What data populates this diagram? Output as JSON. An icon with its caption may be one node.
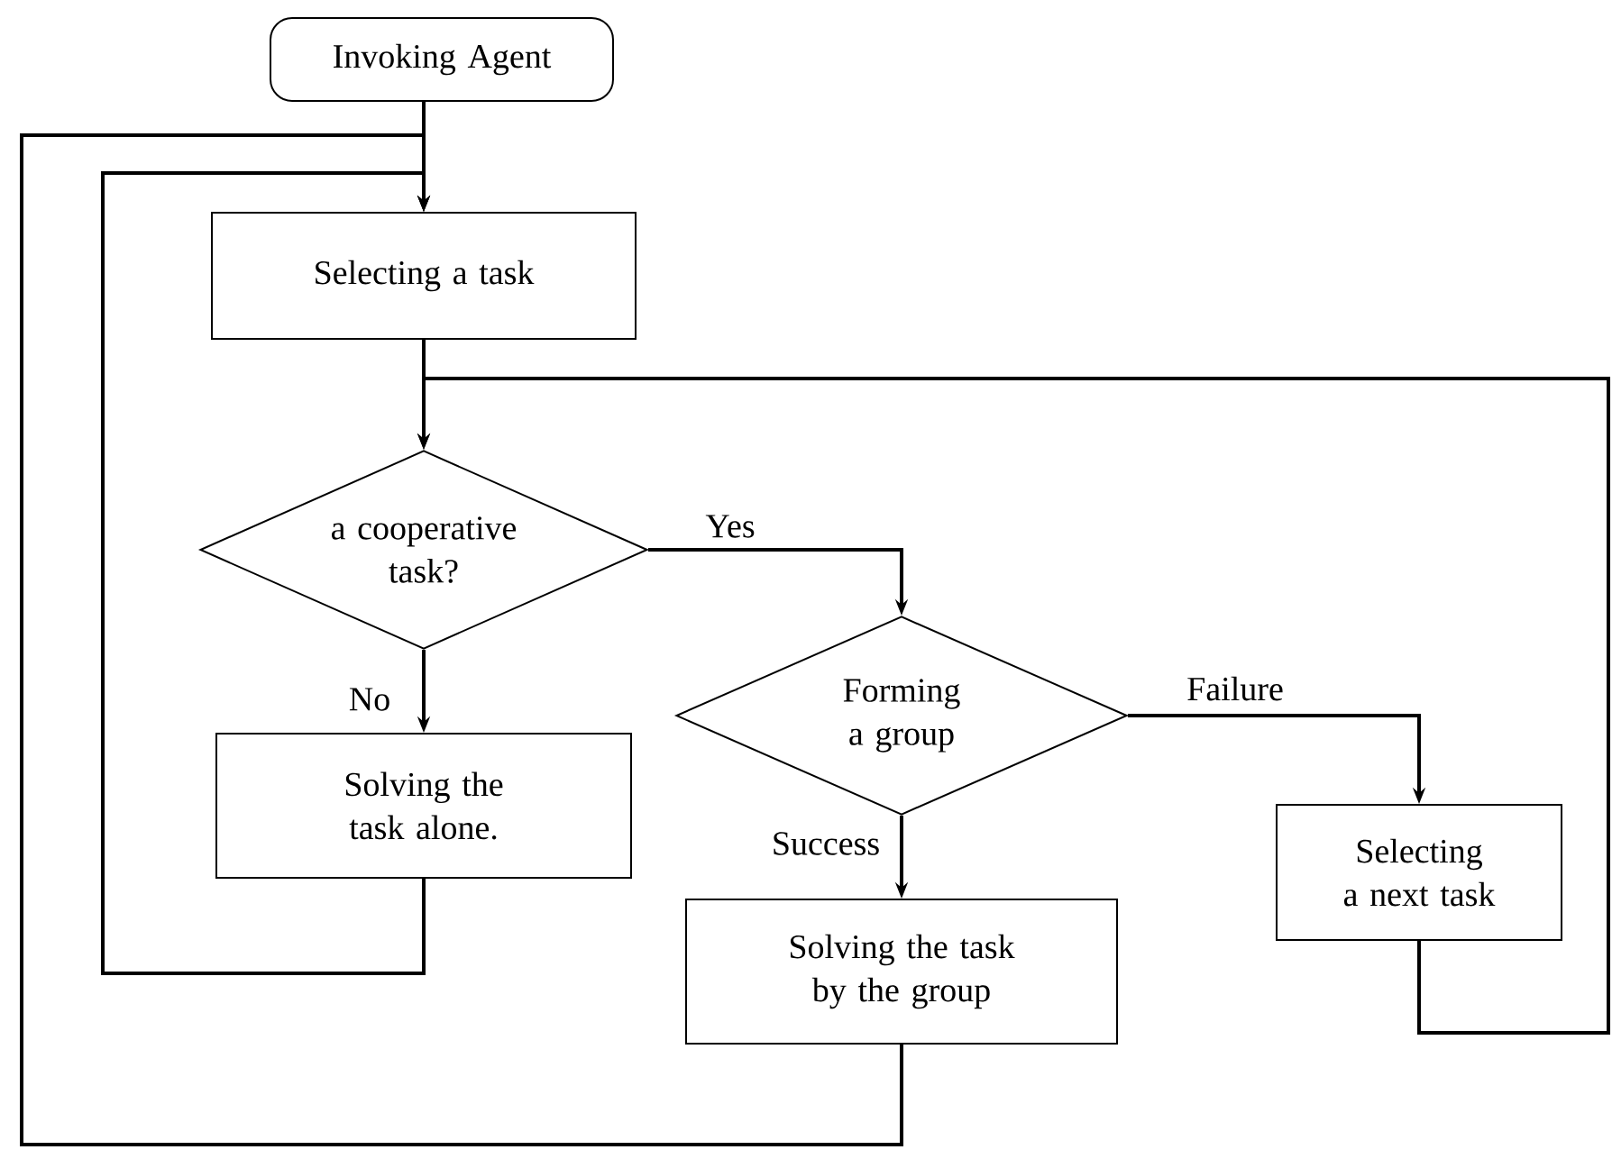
{
  "diagram": {
    "nodes": [
      {
        "text": [
          "Invoking Agent"
        ]
      },
      {
        "text": [
          "Selecting a task"
        ]
      },
      {
        "text": [
          "a cooperative task?"
        ]
      },
      {
        "text": [
          "Solving the task alone."
        ]
      },
      {
        "text": [
          "Forming a group"
        ]
      },
      {
        "text": [
          "Solving the task by the group"
        ]
      },
      {
        "text": [
          "Selecting a next task"
        ]
      }
    ],
    "edges": [
      {
        "from": 0,
        "to": 1,
        "arrow": "to"
      },
      {
        "from": 1,
        "to": 2,
        "arrow": "to"
      },
      {
        "from": 2,
        "to": 4,
        "arrow": "to",
        "label": "Yes"
      },
      {
        "from": 2,
        "to": 3,
        "arrow": "to",
        "label": "No"
      },
      {
        "from": 4,
        "to": 5,
        "arrow": "to",
        "label": "Success"
      },
      {
        "from": 4,
        "to": 6,
        "arrow": "to",
        "label": "Failure"
      },
      {
        "from": 3,
        "to": 1,
        "arrow": "to"
      },
      {
        "from": 5,
        "to": 1,
        "arrow": "to"
      },
      {
        "from": 6,
        "to": 2,
        "arrow": "to"
      }
    ]
  }
}
